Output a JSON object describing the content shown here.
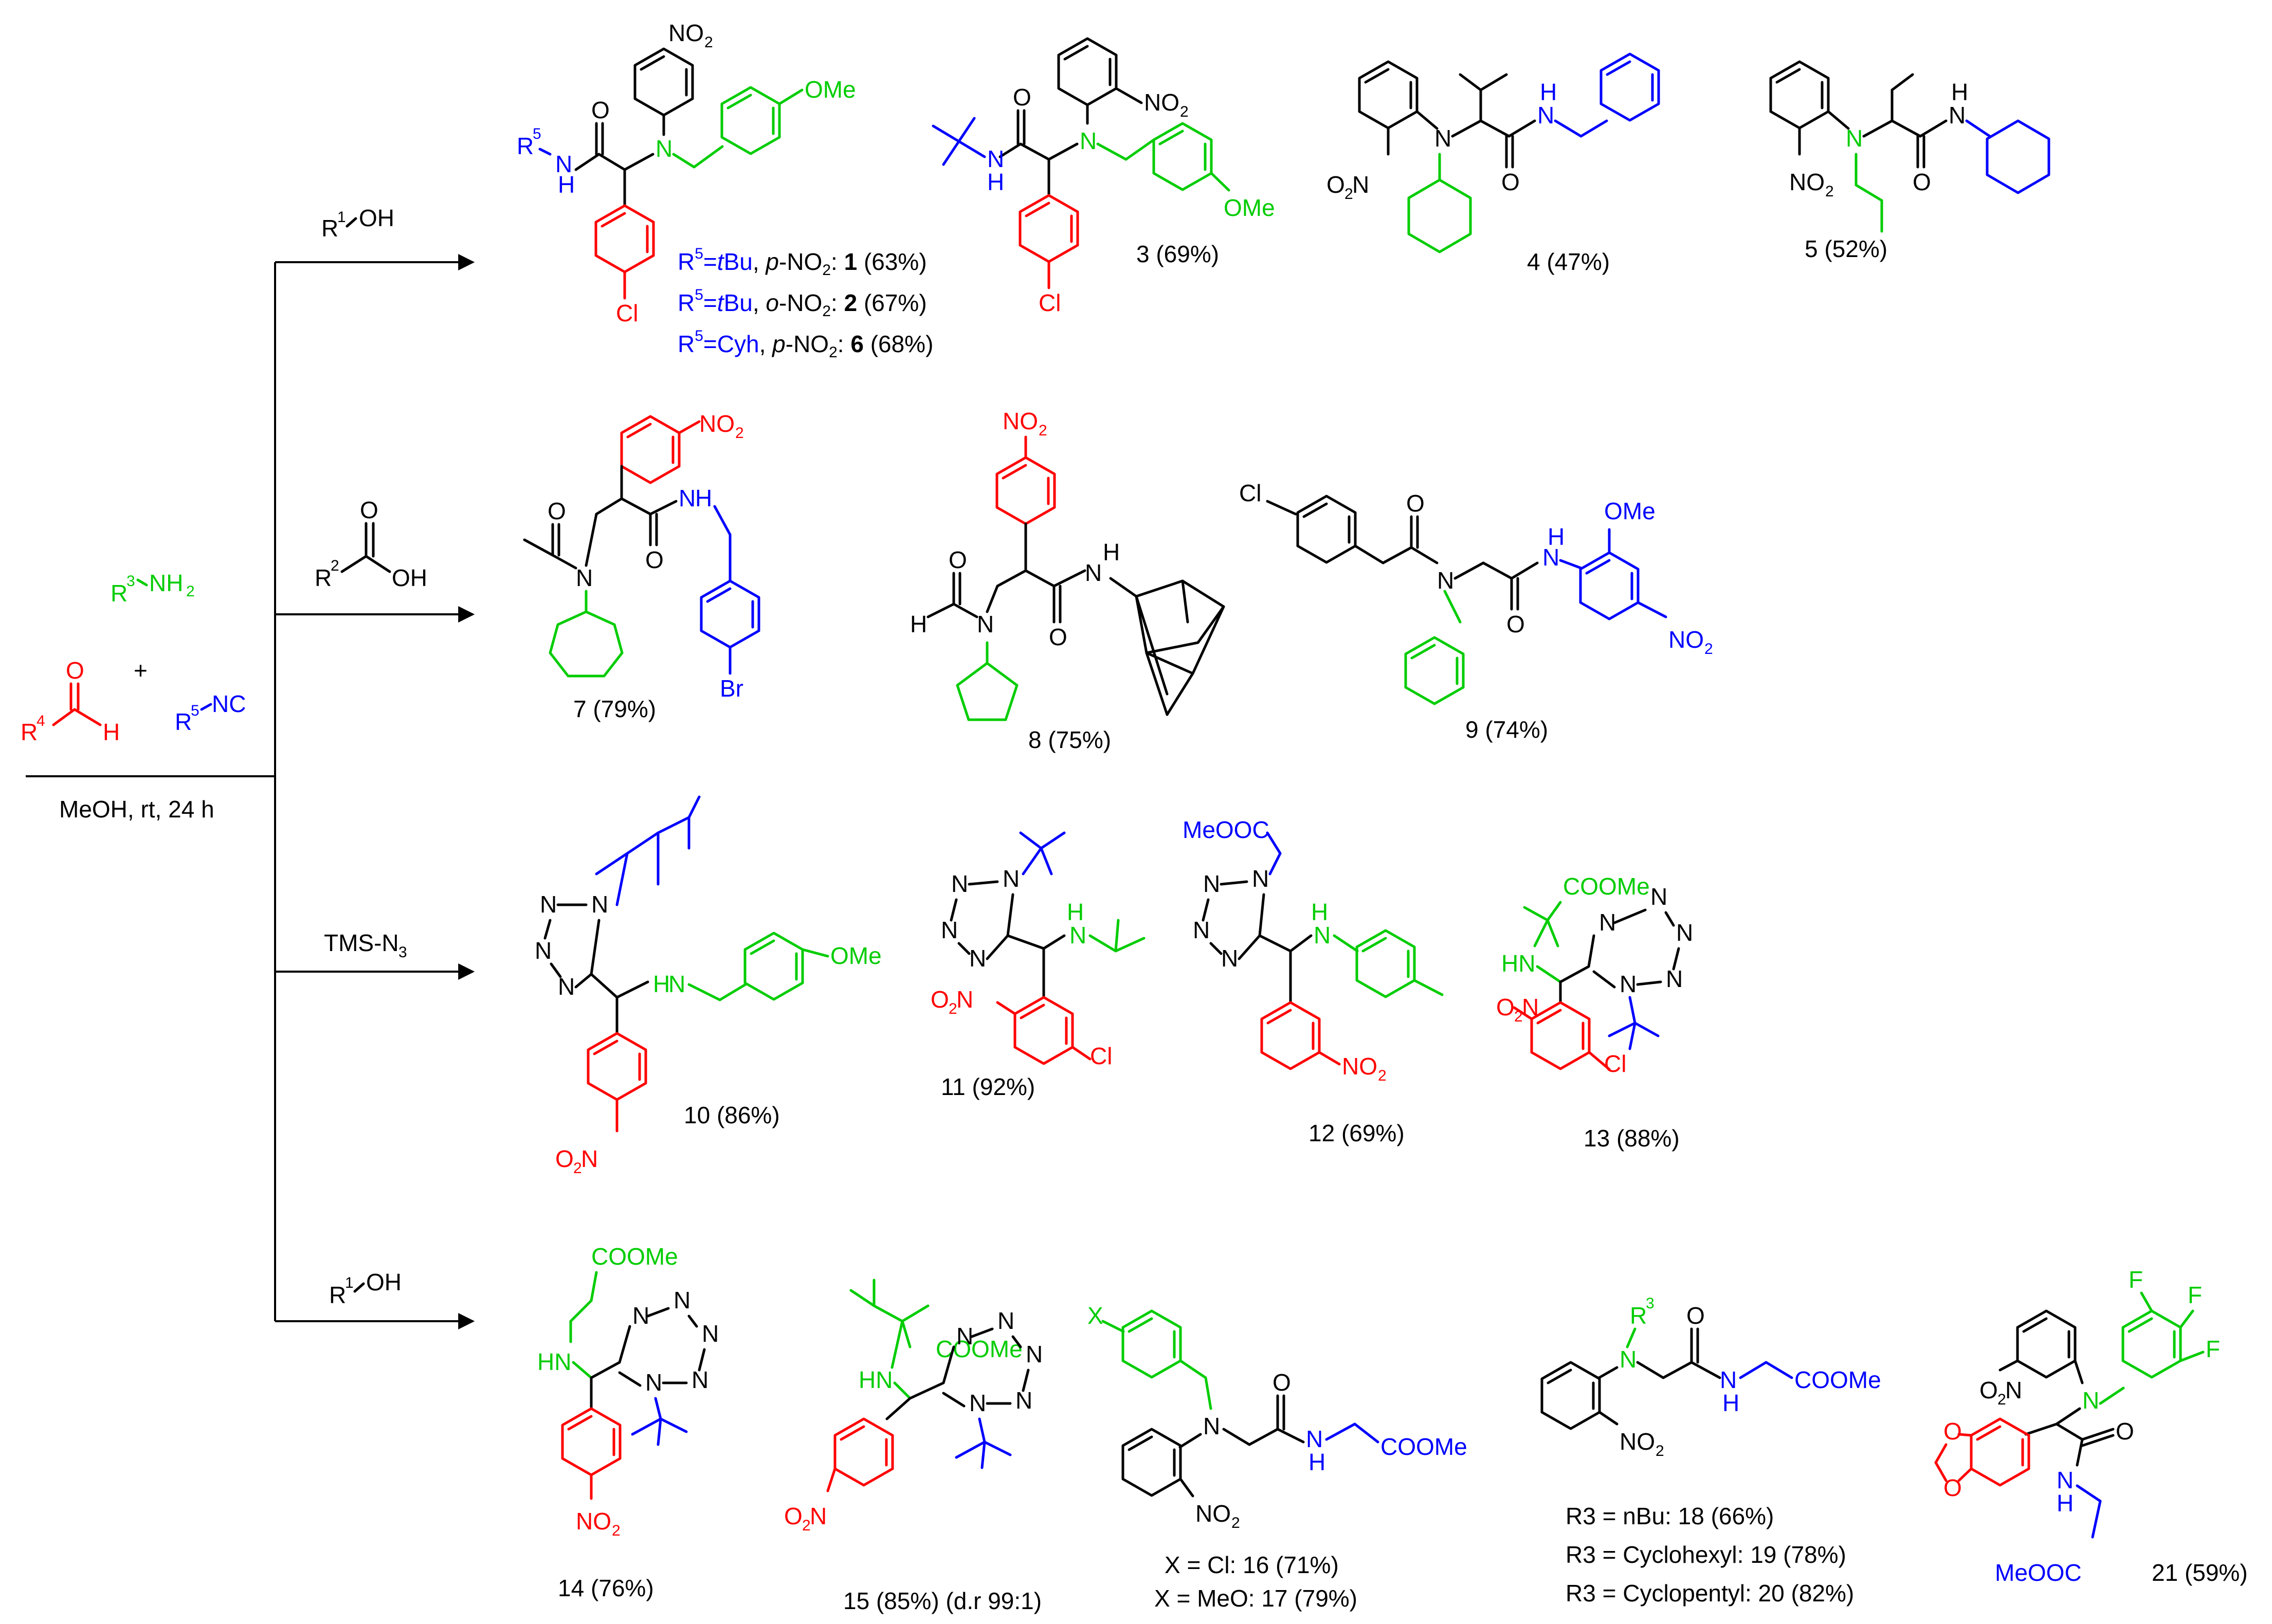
{
  "colors": {
    "black": "#000000",
    "red": "#ff0000",
    "green": "#00cc00",
    "blue": "#0000ff"
  },
  "left_panel": {
    "amine": "R3-NH2",
    "aldehyde_r": "R4",
    "aldehyde_o": "O",
    "aldehyde_h": "H",
    "plus": "+",
    "isocyanide": "R5-NC",
    "conditions": "MeOH, rt, 24 h"
  },
  "branches": [
    {
      "reagent": "R1-OH",
      "products": [
        {
          "label": "R5=tBu, p-NO2: 1 (63%)"
        },
        {
          "label": "R5=tBu, o-NO2: 2 (67%)"
        },
        {
          "label": "R5=Cyh, p-NO2: 6 (68%)"
        },
        {
          "label": "3 (69%)"
        },
        {
          "label": "4 (47%)"
        },
        {
          "label": "5 (52%)"
        }
      ]
    },
    {
      "reagent": "R2-COOH",
      "products": [
        {
          "label": "7 (79%)"
        },
        {
          "label": "8 (75%)"
        },
        {
          "label": "9 (74%)"
        }
      ]
    },
    {
      "reagent": "TMS-N3",
      "products": [
        {
          "label": "10 (86%)"
        },
        {
          "label": "11 (92%)"
        },
        {
          "label": "12 (69%)"
        },
        {
          "label": "13 (88%)"
        }
      ]
    },
    {
      "reagent": "R1-OH",
      "products": [
        {
          "label": "14 (76%)"
        },
        {
          "label": "15 (85%) (d.r 99:1)"
        },
        {
          "label": "X = Cl: 16 (71%)"
        },
        {
          "label": "X = MeO: 17 (79%)"
        },
        {
          "label": "R3 = nBu: 18 (66%)"
        },
        {
          "label": "R3 = Cyclohexyl: 19 (78%)"
        },
        {
          "label": "R3 = Cyclopentyl: 20 (82%)"
        },
        {
          "label": "21 (59%)"
        }
      ]
    }
  ]
}
